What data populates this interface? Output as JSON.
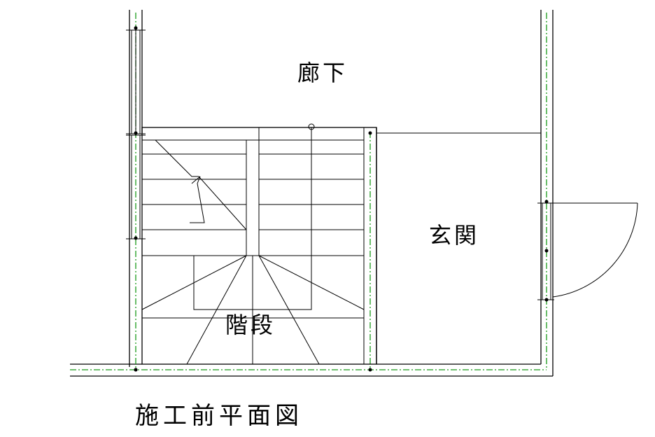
{
  "rooms": {
    "corridor": "廊下",
    "entrance": "玄関",
    "stairs": "階段"
  },
  "title": "施工前平面図",
  "colors": {
    "lines": "#000000",
    "guide": "#1a9a1a",
    "background": "#ffffff"
  }
}
